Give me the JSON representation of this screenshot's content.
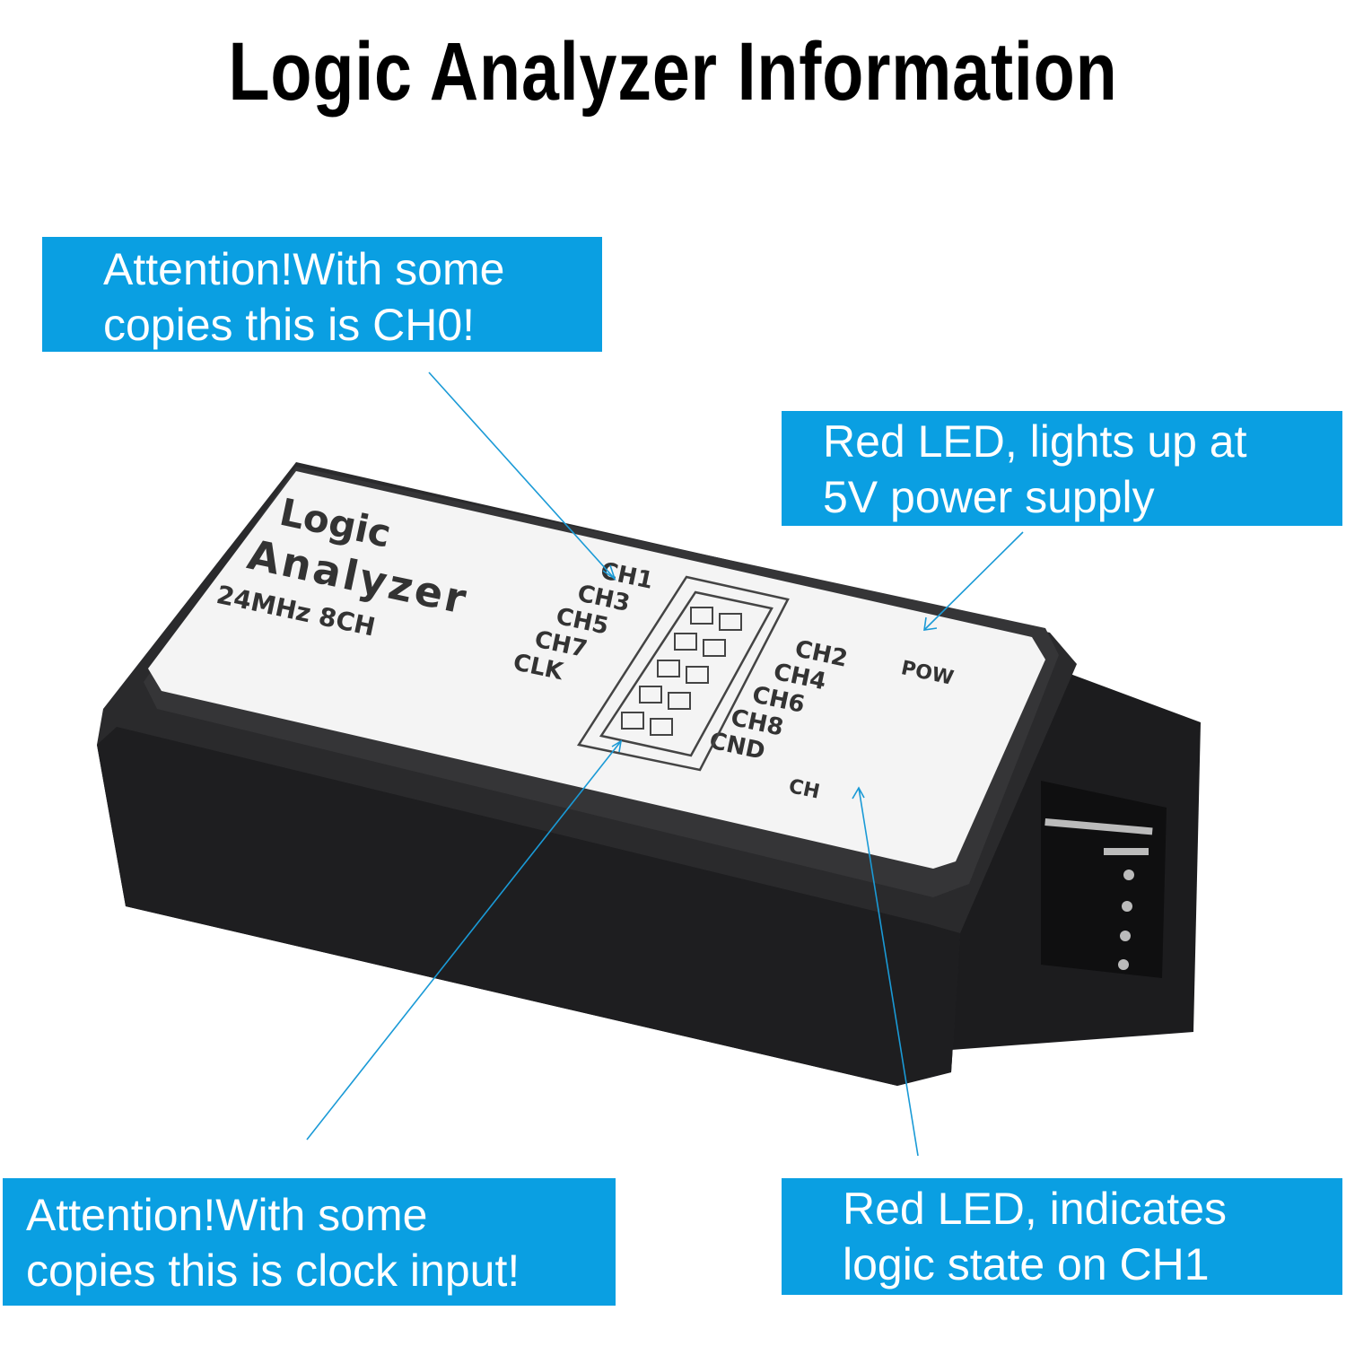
{
  "title": "Logic Analyzer Information",
  "callouts": {
    "ch0": {
      "line1": "Attention!With some",
      "line2": "copies this is CH0!"
    },
    "pow": {
      "line1": "Red LED,  lights up at",
      "line2": "5V power supply"
    },
    "clk": {
      "line1": "Attention!With some",
      "line2": "copies this is clock input!"
    },
    "ch_led": {
      "line1": "Red LED,  indicates",
      "line2": "logic state on CH1"
    }
  },
  "device": {
    "brand_line1": "Logic",
    "brand_line2": "Analyzer",
    "spec": "24MHz 8CH",
    "left_pins": [
      "CH1",
      "CH3",
      "CH5",
      "CH7",
      "CLK"
    ],
    "right_pins": [
      "CH2",
      "CH4",
      "CH6",
      "CH8",
      "CND"
    ],
    "pow_label": "POW",
    "ch_label": "CH"
  },
  "colors": {
    "callout": "#0a9fe2",
    "body": "#2a2a2c",
    "label": "#f4f4f4"
  }
}
